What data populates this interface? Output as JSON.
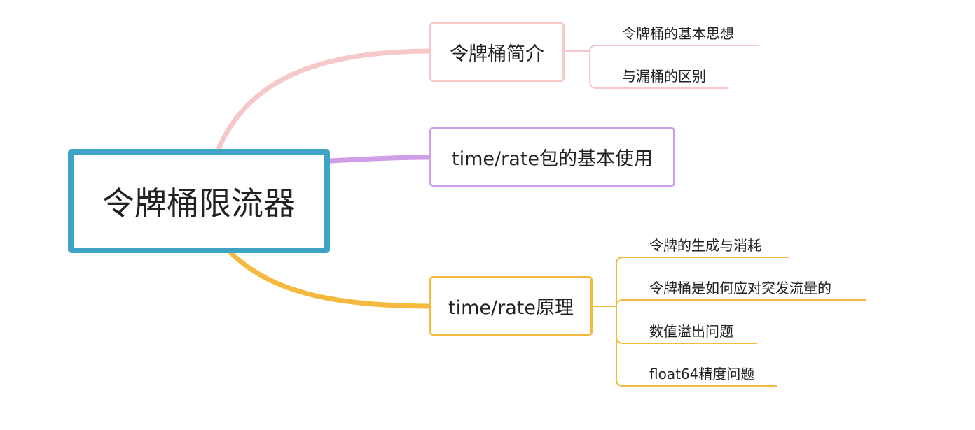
{
  "central": {
    "label": "令牌桶限流器",
    "color": "#3fa3c6"
  },
  "branches": [
    {
      "label": "令牌桶简介",
      "color": "#f7c8ca",
      "children": [
        "令牌桶的基本思想",
        "与漏桶的区别"
      ]
    },
    {
      "label": "time/rate包的基本使用",
      "color": "#cf9ee6",
      "children": []
    },
    {
      "label": "time/rate原理",
      "color": "#f5b93f",
      "children": [
        "令牌的生成与消耗",
        "令牌桶是如何应对突发流量的",
        "数值溢出问题",
        "float64精度问题"
      ]
    }
  ]
}
